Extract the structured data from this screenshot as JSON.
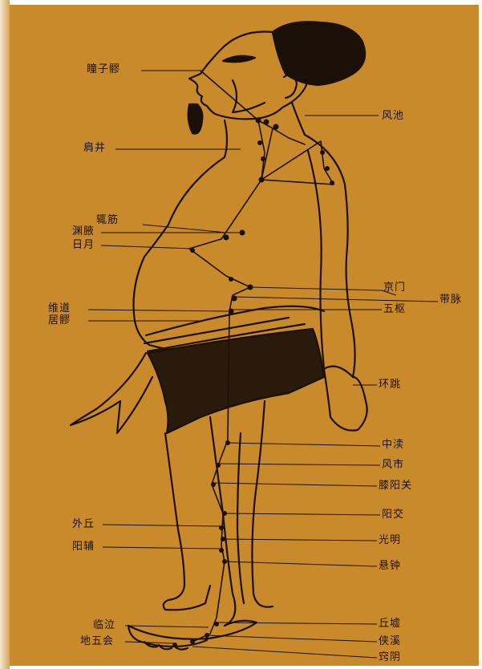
{
  "colors": {
    "background": "#c98a2c",
    "ink": "#1a1008"
  },
  "points": [
    {
      "id": "tongziliao",
      "label": "瞳子髎"
    },
    {
      "id": "fengchi",
      "label": "风池"
    },
    {
      "id": "jianjing",
      "label": "肩井"
    },
    {
      "id": "zhejin",
      "label": "辄筋"
    },
    {
      "id": "yuanye",
      "label": "渊腋"
    },
    {
      "id": "riyue",
      "label": "日月"
    },
    {
      "id": "jingmen",
      "label": "京门"
    },
    {
      "id": "daimai",
      "label": "带脉"
    },
    {
      "id": "wushu",
      "label": "五枢"
    },
    {
      "id": "weidao",
      "label": "维道"
    },
    {
      "id": "juliao",
      "label": "居髎"
    },
    {
      "id": "huantiao",
      "label": "环跳"
    },
    {
      "id": "zhongdu",
      "label": "中渎"
    },
    {
      "id": "fengshi",
      "label": "风市"
    },
    {
      "id": "xiyangguan",
      "label": "膝阳关"
    },
    {
      "id": "yangjiao",
      "label": "阳交"
    },
    {
      "id": "waiqiu",
      "label": "外丘"
    },
    {
      "id": "guangming",
      "label": "光明"
    },
    {
      "id": "yangfu",
      "label": "阳辅"
    },
    {
      "id": "xuanzhong",
      "label": "悬钟"
    },
    {
      "id": "qiuxu",
      "label": "丘墟"
    },
    {
      "id": "zulinqi",
      "label": "临泣"
    },
    {
      "id": "xiaxi",
      "label": "侠溪"
    },
    {
      "id": "diwuhui",
      "label": "地五会"
    },
    {
      "id": "zuqiaoyin",
      "label": "窍阴"
    }
  ]
}
